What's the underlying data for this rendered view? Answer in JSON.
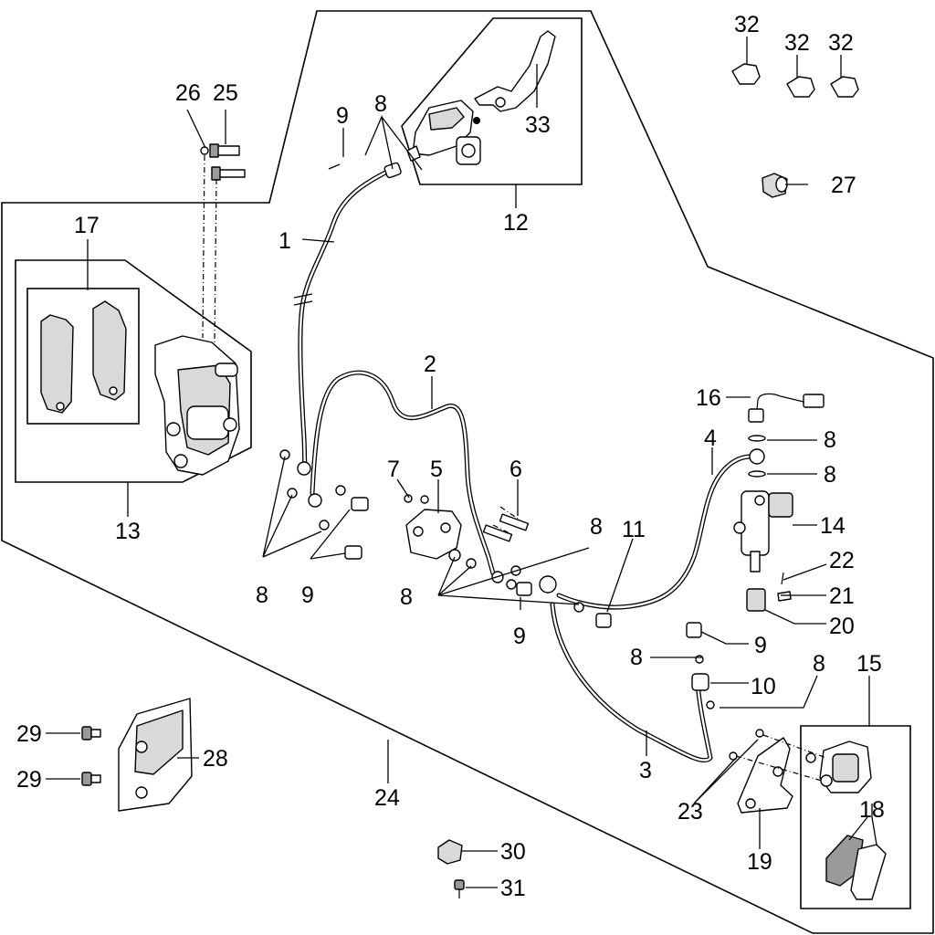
{
  "diagram": {
    "callouts": [
      {
        "id": "c1",
        "text": "1"
      },
      {
        "id": "c2",
        "text": "2"
      },
      {
        "id": "c3",
        "text": "3"
      },
      {
        "id": "c4",
        "text": "4"
      },
      {
        "id": "c5",
        "text": "5"
      },
      {
        "id": "c6",
        "text": "6"
      },
      {
        "id": "c7",
        "text": "7"
      },
      {
        "id": "c8a",
        "text": "8"
      },
      {
        "id": "c8b",
        "text": "8"
      },
      {
        "id": "c8c",
        "text": "8"
      },
      {
        "id": "c8d",
        "text": "8"
      },
      {
        "id": "c8e",
        "text": "8"
      },
      {
        "id": "c8f",
        "text": "8"
      },
      {
        "id": "c8g",
        "text": "8"
      },
      {
        "id": "c8h",
        "text": "8"
      },
      {
        "id": "c9a",
        "text": "9"
      },
      {
        "id": "c9b",
        "text": "9"
      },
      {
        "id": "c9c",
        "text": "9"
      },
      {
        "id": "c9d",
        "text": "9"
      },
      {
        "id": "c10",
        "text": "10"
      },
      {
        "id": "c11",
        "text": "11"
      },
      {
        "id": "c12",
        "text": "12"
      },
      {
        "id": "c13",
        "text": "13"
      },
      {
        "id": "c14",
        "text": "14"
      },
      {
        "id": "c15",
        "text": "15"
      },
      {
        "id": "c16",
        "text": "16"
      },
      {
        "id": "c17",
        "text": "17"
      },
      {
        "id": "c18",
        "text": "18"
      },
      {
        "id": "c19",
        "text": "19"
      },
      {
        "id": "c20",
        "text": "20"
      },
      {
        "id": "c21",
        "text": "21"
      },
      {
        "id": "c22",
        "text": "22"
      },
      {
        "id": "c23",
        "text": "23"
      },
      {
        "id": "c24",
        "text": "24"
      },
      {
        "id": "c25",
        "text": "25"
      },
      {
        "id": "c26",
        "text": "26"
      },
      {
        "id": "c27",
        "text": "27"
      },
      {
        "id": "c28",
        "text": "28"
      },
      {
        "id": "c29a",
        "text": "29"
      },
      {
        "id": "c29b",
        "text": "29"
      },
      {
        "id": "c30",
        "text": "30"
      },
      {
        "id": "c31",
        "text": "31"
      },
      {
        "id": "c32a",
        "text": "32"
      },
      {
        "id": "c32b",
        "text": "32"
      },
      {
        "id": "c32c",
        "text": "32"
      },
      {
        "id": "c33",
        "text": "33"
      }
    ]
  }
}
